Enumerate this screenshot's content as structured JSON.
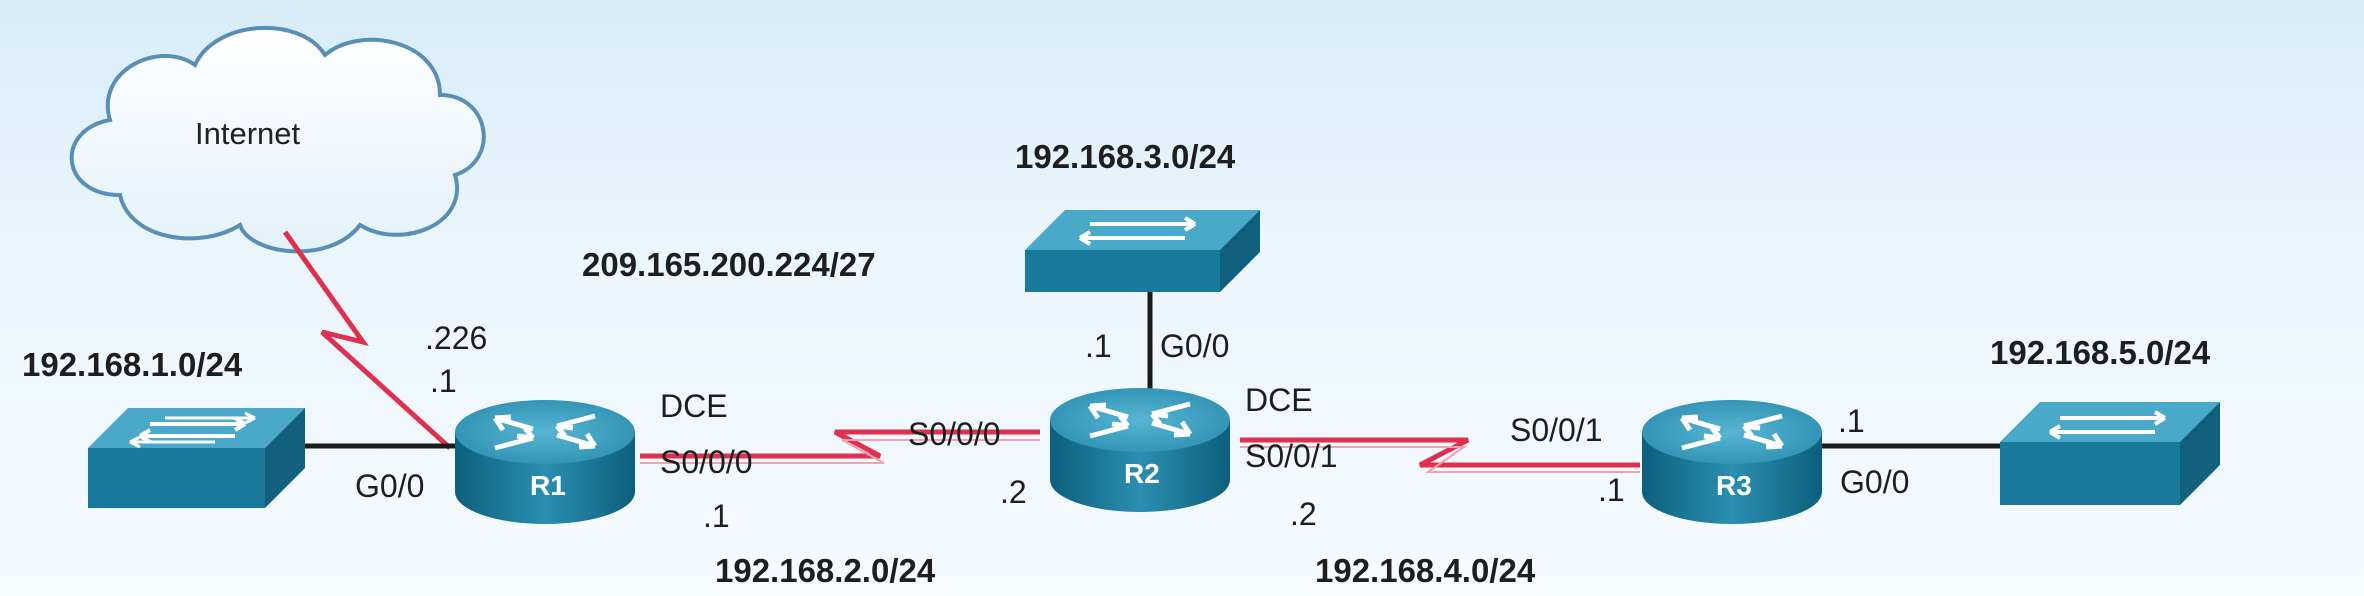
{
  "cloud": {
    "label": "Internet"
  },
  "routers": {
    "r1": {
      "name": "R1"
    },
    "r2": {
      "name": "R2"
    },
    "r3": {
      "name": "R3"
    }
  },
  "networks": {
    "isp": "209.165.200.224/27",
    "lan1": "192.168.1.0/24",
    "wan12": "192.168.2.0/24",
    "lan3": "192.168.3.0/24",
    "wan23": "192.168.4.0/24",
    "lan5": "192.168.5.0/24"
  },
  "labels": {
    "isp_host": ".226",
    "r1_isp_host": ".1",
    "r1_g00": "G0/0",
    "r1_dce": "DCE",
    "r1_s000": "S0/0/0",
    "r1_s000_host": ".1",
    "r2_s000": "S0/0/0",
    "r2_s000_host": ".2",
    "r2_g00_host": ".1",
    "r2_g00": "G0/0",
    "r2_dce": "DCE",
    "r2_s001": "S0/0/1",
    "r2_s001_host": ".2",
    "r3_s001": "S0/0/1",
    "r3_s001_host": ".1",
    "r3_g00_host": ".1",
    "r3_g00": "G0/0"
  }
}
